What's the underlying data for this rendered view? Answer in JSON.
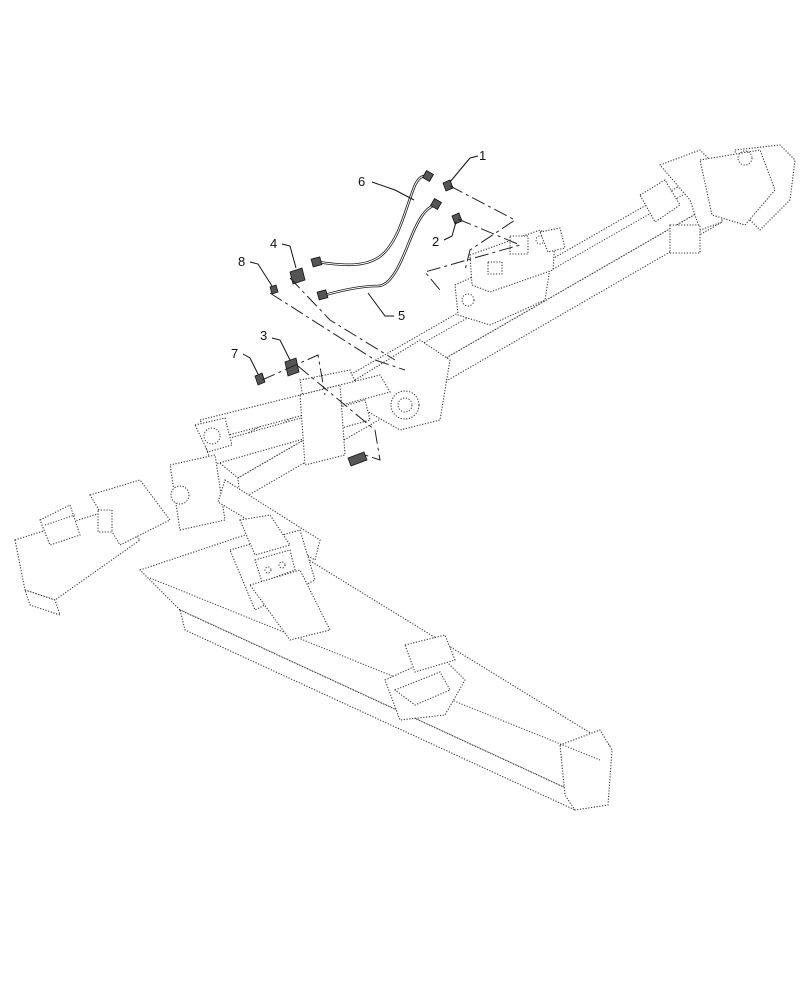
{
  "callouts": [
    {
      "id": "c1",
      "label": "1"
    },
    {
      "id": "c2",
      "label": "2"
    },
    {
      "id": "c3",
      "label": "3"
    },
    {
      "id": "c4",
      "label": "4"
    },
    {
      "id": "c5",
      "label": "5"
    },
    {
      "id": "c6",
      "label": "6"
    },
    {
      "id": "c7",
      "label": "7"
    },
    {
      "id": "c8",
      "label": "8"
    }
  ],
  "colors": {
    "line": "#333333",
    "hose": "#1a1a1a",
    "background": "#ffffff"
  }
}
